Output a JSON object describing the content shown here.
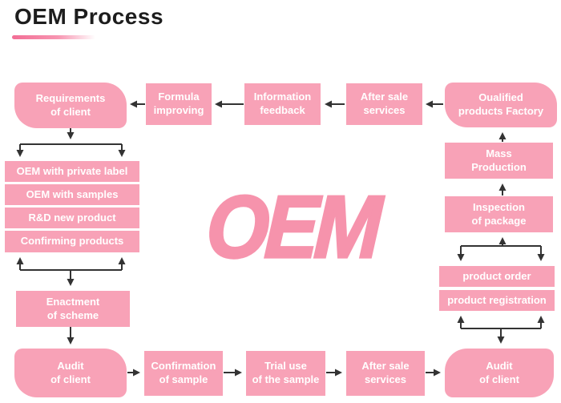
{
  "title": "OEM Process",
  "logo": "OEM",
  "colors": {
    "box_pink": "#f8a2b7",
    "logo_pink": "#f693ac",
    "arrow": "#333333",
    "title_text": "#1d1d1d",
    "underline_pink": "#f26e95",
    "node_text": "#ffffff"
  },
  "nodes": {
    "requirements": "Requirements\nof client",
    "formula": "Formula\nimproving",
    "information_feedback": "Information\nfeedback",
    "after_sale_top": "After sale\nservices",
    "qualified_factory": "Oualified\nproducts Factory",
    "oem_private_label": "OEM with private label",
    "oem_samples": "OEM with samples",
    "rd_new_product": "R&D new product",
    "confirming_products": "Confirming products",
    "enactment": "Enactment\nof scheme",
    "audit_left": "Audit\nof client",
    "confirmation_sample": "Confirmation\nof sample",
    "trial_use": "Trial use\nof the sample",
    "after_sale_bottom": "After sale\nservices",
    "audit_right": "Audit\nof client",
    "mass_production": "Mass\nProduction",
    "inspection_package": "Inspection\nof package",
    "product_order": "product order",
    "product_registration": "product registration"
  }
}
